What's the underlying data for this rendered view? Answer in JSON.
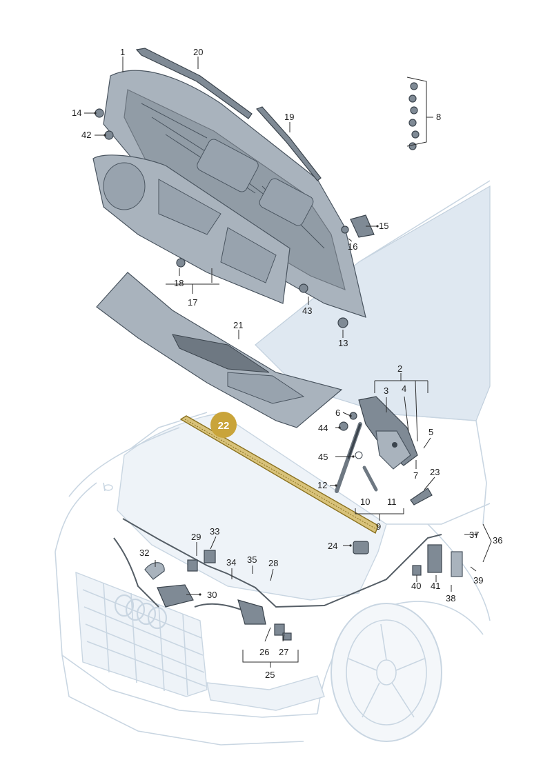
{
  "diagram": {
    "highlighted_part": "22",
    "colors": {
      "highlight_badge": "#c9a43a",
      "part_fill": "#a9b3bd",
      "car_outline": "#c9d6e2",
      "label_text": "#1e1e1e"
    },
    "labels": {
      "l1": "1",
      "l2": "2",
      "l3": "3",
      "l4": "4",
      "l5": "5",
      "l6": "6",
      "l7": "7",
      "l8": "8",
      "l9": "9",
      "l10": "10",
      "l11": "11",
      "l12": "12",
      "l13": "13",
      "l14": "14",
      "l15": "15",
      "l16": "16",
      "l17": "17",
      "l18": "18",
      "l19": "19",
      "l20": "20",
      "l21": "21",
      "l22": "22",
      "l23": "23",
      "l24": "24",
      "l25": "25",
      "l26": "26",
      "l27": "27",
      "l28": "28",
      "l29": "29",
      "l30": "30",
      "l32": "32",
      "l33": "33",
      "l34": "34",
      "l35": "35",
      "l36": "36",
      "l37": "37",
      "l38": "38",
      "l39": "39",
      "l40": "40",
      "l41": "41",
      "l42": "42",
      "l43": "43",
      "l44": "44",
      "l45": "45"
    }
  }
}
